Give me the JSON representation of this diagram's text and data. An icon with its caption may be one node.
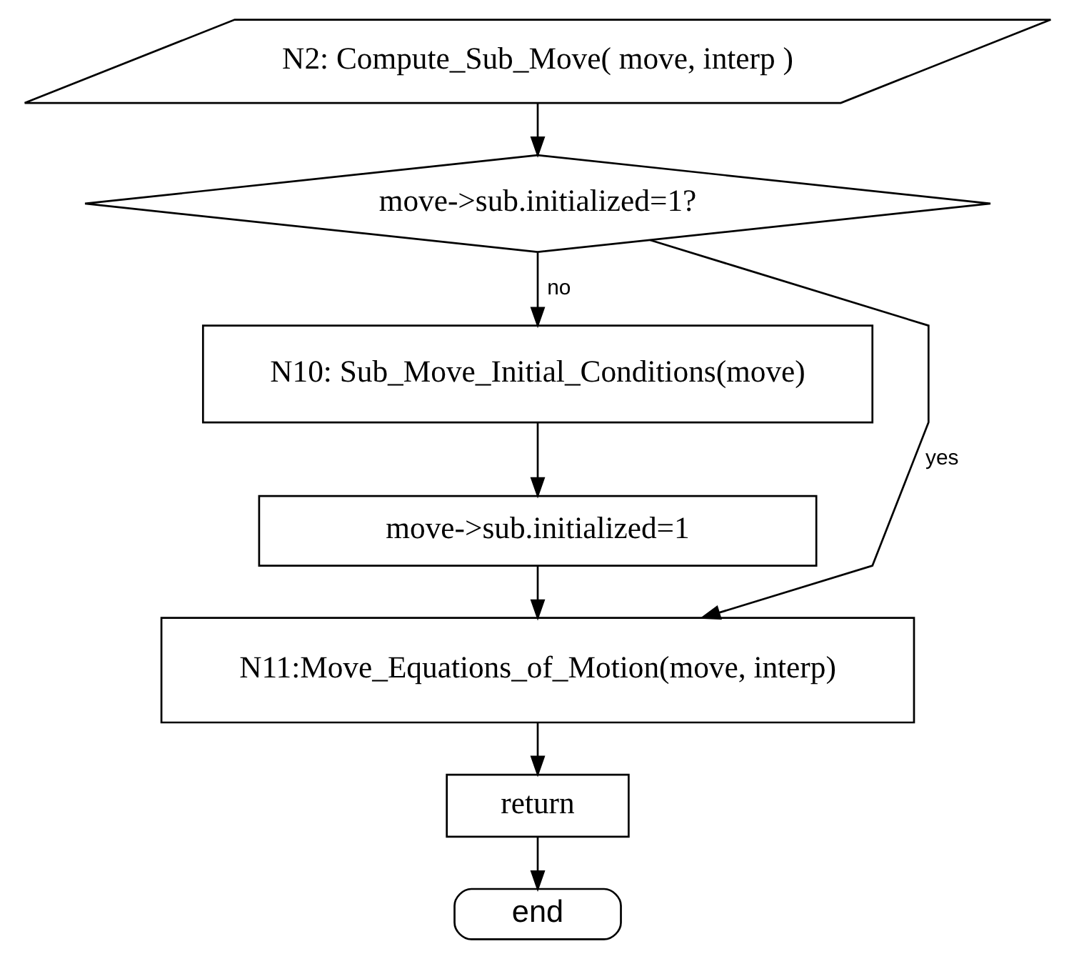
{
  "diagram": {
    "nodes": [
      {
        "text": [
          "N2: Compute_Sub_Move( move, interp )"
        ]
      },
      {
        "text": [
          "move->sub.initialized=1?"
        ]
      },
      {
        "text": [
          "N10: Sub_Move_Initial_Conditions(move)"
        ]
      },
      {
        "text": [
          "move->sub.initialized=1"
        ]
      },
      {
        "text": [
          "N11:Move_Equations_of_Motion(move, interp)"
        ]
      },
      {
        "text": [
          "return"
        ]
      },
      {
        "text": [
          "end"
        ]
      }
    ],
    "edges": [
      {
        "from": 0,
        "to": 1,
        "arrow": "to"
      },
      {
        "from": 1,
        "to": 2,
        "label": "no",
        "arrow": "to"
      },
      {
        "from": 2,
        "to": 3,
        "arrow": "to"
      },
      {
        "from": 3,
        "to": 4,
        "arrow": "to"
      },
      {
        "from": 1,
        "to": 4,
        "label": "yes",
        "arrow": "to"
      },
      {
        "from": 4,
        "to": 5,
        "arrow": "to"
      },
      {
        "from": 5,
        "to": 6,
        "arrow": "to"
      }
    ]
  }
}
